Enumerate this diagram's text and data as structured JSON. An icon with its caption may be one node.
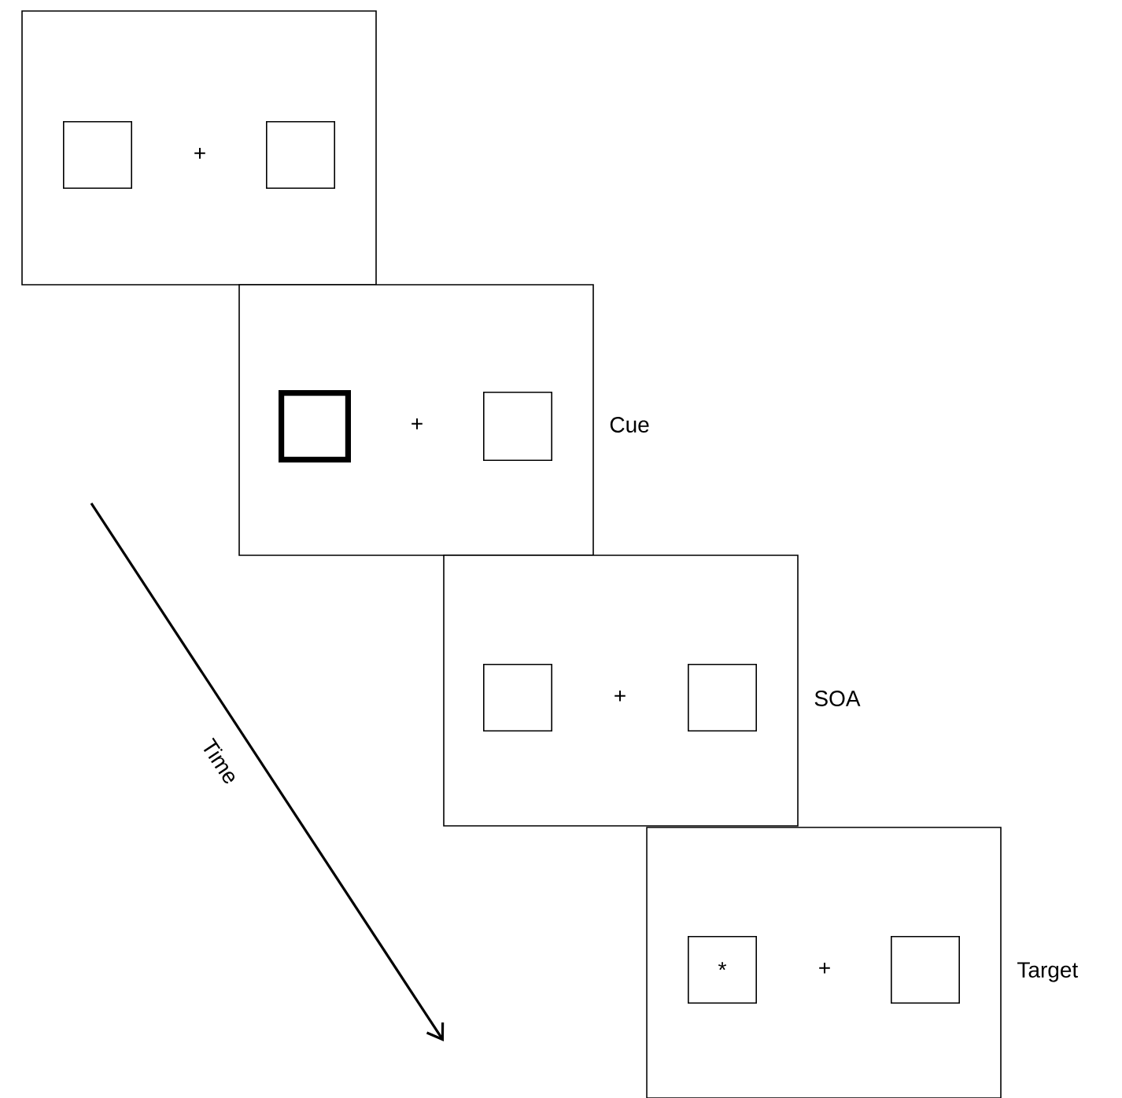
{
  "diagram": {
    "nodes": [
      {
        "text": [
          "+"
        ]
      },
      {
        "text": [],
        "shape": "box",
        "in": 0
      },
      {
        "text": [],
        "shape": "box",
        "in": 0
      },
      {
        "text": [
          "+"
        ],
        "beside": [
          "Cue"
        ]
      },
      {
        "text": [],
        "shape": "box",
        "in": 3
      },
      {
        "text": [],
        "shape": "box",
        "in": 3
      },
      {
        "text": [
          "+"
        ],
        "beside": [
          "SOA"
        ]
      },
      {
        "text": [],
        "shape": "box",
        "in": 6
      },
      {
        "text": [],
        "shape": "box",
        "in": 6
      },
      {
        "text": [
          "+"
        ],
        "beside": [
          "Target"
        ]
      },
      {
        "text": [
          "*"
        ],
        "in": 9
      },
      {
        "text": [],
        "shape": "box",
        "in": 9
      }
    ],
    "labels": [
      "Time"
    ]
  }
}
